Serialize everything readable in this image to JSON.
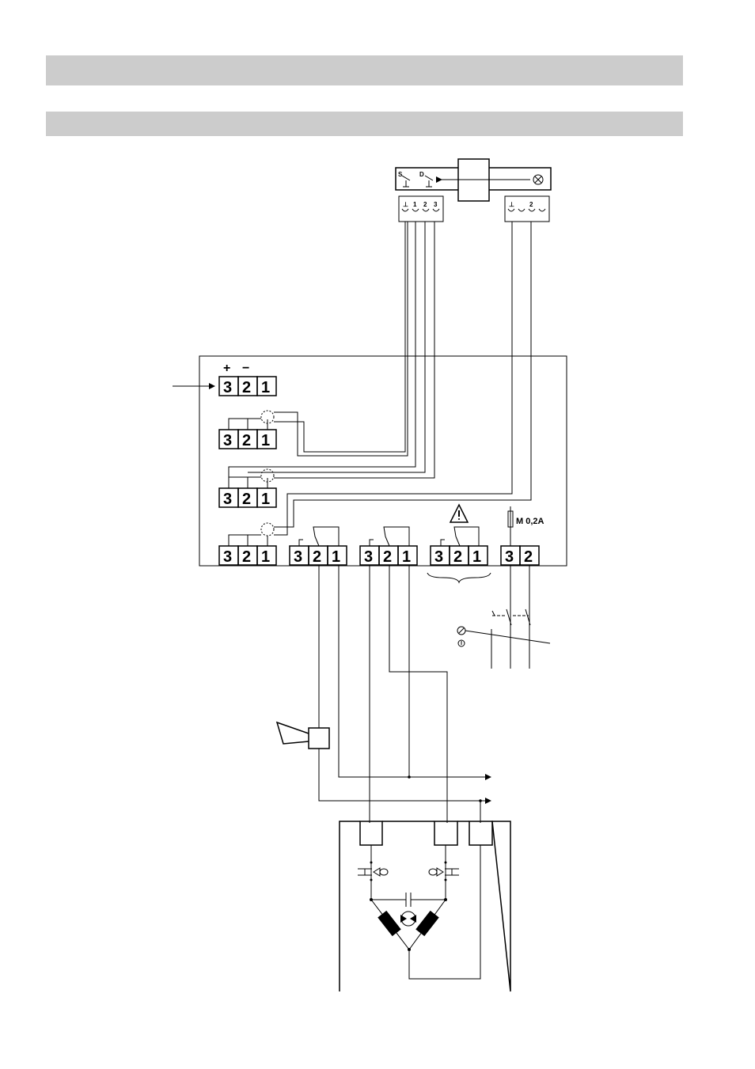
{
  "header_bars": [
    "",
    ""
  ],
  "terminal_blocks": [
    {
      "id": "input",
      "labels": [
        "3",
        "2",
        "1"
      ],
      "polarity": [
        "+",
        "−"
      ]
    },
    {
      "id": "sensor-a",
      "labels": [
        "3",
        "2",
        "1"
      ]
    },
    {
      "id": "sensor-b",
      "labels": [
        "3",
        "2",
        "1"
      ]
    },
    {
      "id": "sensor-c",
      "labels": [
        "3",
        "2",
        "1"
      ]
    },
    {
      "id": "relay-1",
      "labels": [
        "3",
        "2",
        "1"
      ]
    },
    {
      "id": "relay-2",
      "labels": [
        "3",
        "2",
        "1"
      ]
    },
    {
      "id": "relay-3",
      "labels": [
        "3",
        "2",
        "1"
      ]
    },
    {
      "id": "power",
      "labels": [
        "3",
        "2"
      ]
    }
  ],
  "fuse_label": "M 0,2A",
  "sensor_unit": {
    "left_symbols": [
      "S",
      "D"
    ],
    "left_pins": [
      "⊥",
      "1",
      "2",
      "3"
    ],
    "right_pins": [
      "⊥",
      "",
      "2",
      ""
    ]
  },
  "icons": [
    "warning-icon",
    "lamp-icon",
    "horn-icon",
    "fuse-icon",
    "ground-icon",
    "motor-icon"
  ],
  "colors": {
    "header_bar": "#cccccc",
    "lines": "#000000"
  }
}
